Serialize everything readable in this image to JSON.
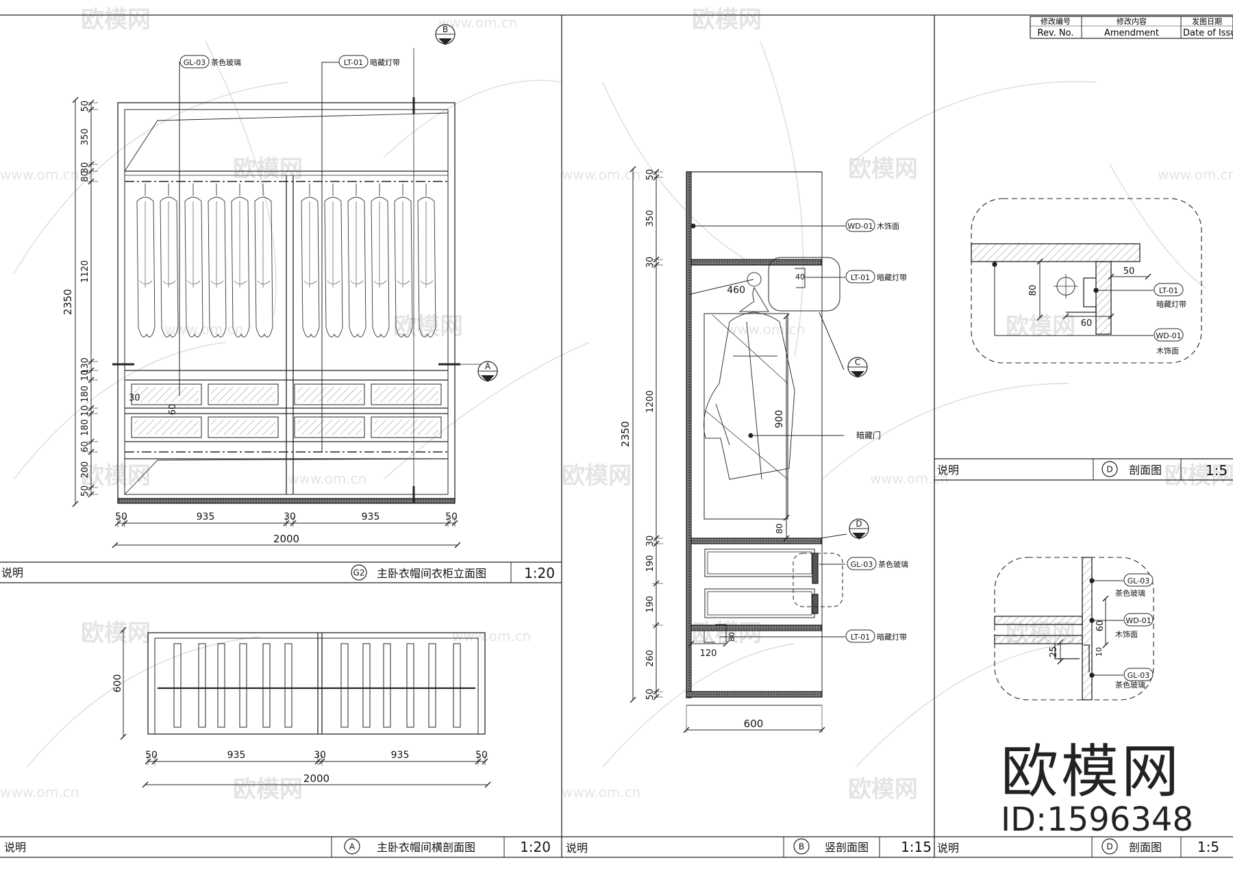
{
  "revision_table": {
    "rev_no_cn": "修改编号",
    "rev_no_en": "Rev. No.",
    "amendment_cn": "修改内容",
    "amendment_en": "Amendment",
    "date_cn": "发图日期",
    "date_en": "Date of Issu"
  },
  "panel_g2": {
    "note_label": "说明",
    "symbol": "G2",
    "title": "主卧衣帽间衣柜立面图",
    "scale": "1:20",
    "tags": [
      {
        "code": "GL-03",
        "text": "茶色玻璃"
      },
      {
        "code": "LT-01",
        "text": "暗藏灯带"
      }
    ],
    "section_marks": [
      "B",
      "A"
    ],
    "vertical_dims": [
      "50",
      "350",
      "30",
      "80",
      "1120",
      "130",
      "10",
      "180",
      "10",
      "180",
      "60",
      "200",
      "50"
    ],
    "total_height": "2350",
    "inner_dims": [
      "30",
      "60"
    ],
    "horizontal_dims": [
      "50",
      "935",
      "30",
      "935",
      "50"
    ],
    "total_width": "2000"
  },
  "panel_a": {
    "note_label": "说明",
    "symbol": "A",
    "title": "主卧衣帽间横剖面图",
    "scale": "1:20",
    "depth": "600",
    "horizontal_dims": [
      "50",
      "935",
      "30",
      "935",
      "50"
    ],
    "total_width": "2000"
  },
  "panel_b": {
    "note_label": "说明",
    "symbol": "B",
    "title": "竖剖面图",
    "scale": "1:15",
    "tags": [
      {
        "code": "WD-01",
        "text": "木饰面"
      },
      {
        "code": "LT-01",
        "text": "暗藏灯带"
      },
      {
        "code": "GL-03",
        "text": "茶色玻璃"
      },
      {
        "code": "LT-01",
        "text": "暗藏灯带"
      }
    ],
    "callouts": [
      "C",
      "D"
    ],
    "door_label": "暗藏门",
    "vertical_dims": [
      "50",
      "350",
      "30",
      "1200",
      "30",
      "190",
      "190",
      "260",
      "50"
    ],
    "total_height": "2350",
    "inner_dims": [
      "460",
      "900",
      "80",
      "40",
      "120",
      "80"
    ],
    "depth": "600"
  },
  "panel_d_top": {
    "note_label": "说明",
    "symbol": "D",
    "title": "剖面图",
    "scale": "1:5",
    "tags": [
      {
        "code": "LT-01",
        "text": "暗藏灯带"
      },
      {
        "code": "WD-01",
        "text": "木饰面"
      }
    ],
    "dims": [
      "50",
      "80",
      "60"
    ]
  },
  "panel_d_bottom": {
    "note_label": "说明",
    "symbol": "D",
    "title": "剖面图",
    "scale": "1:5",
    "tags": [
      {
        "code": "GL-03",
        "text": "茶色玻璃"
      },
      {
        "code": "WD-01",
        "text": "木饰面"
      },
      {
        "code": "GL-03",
        "text": "茶色玻璃"
      }
    ],
    "dims": [
      "60",
      "25",
      "10"
    ]
  },
  "watermark": {
    "brand": "欧模网",
    "url": "www.om.cn"
  },
  "brand": {
    "name": "欧模网",
    "id": "ID:1596348"
  }
}
